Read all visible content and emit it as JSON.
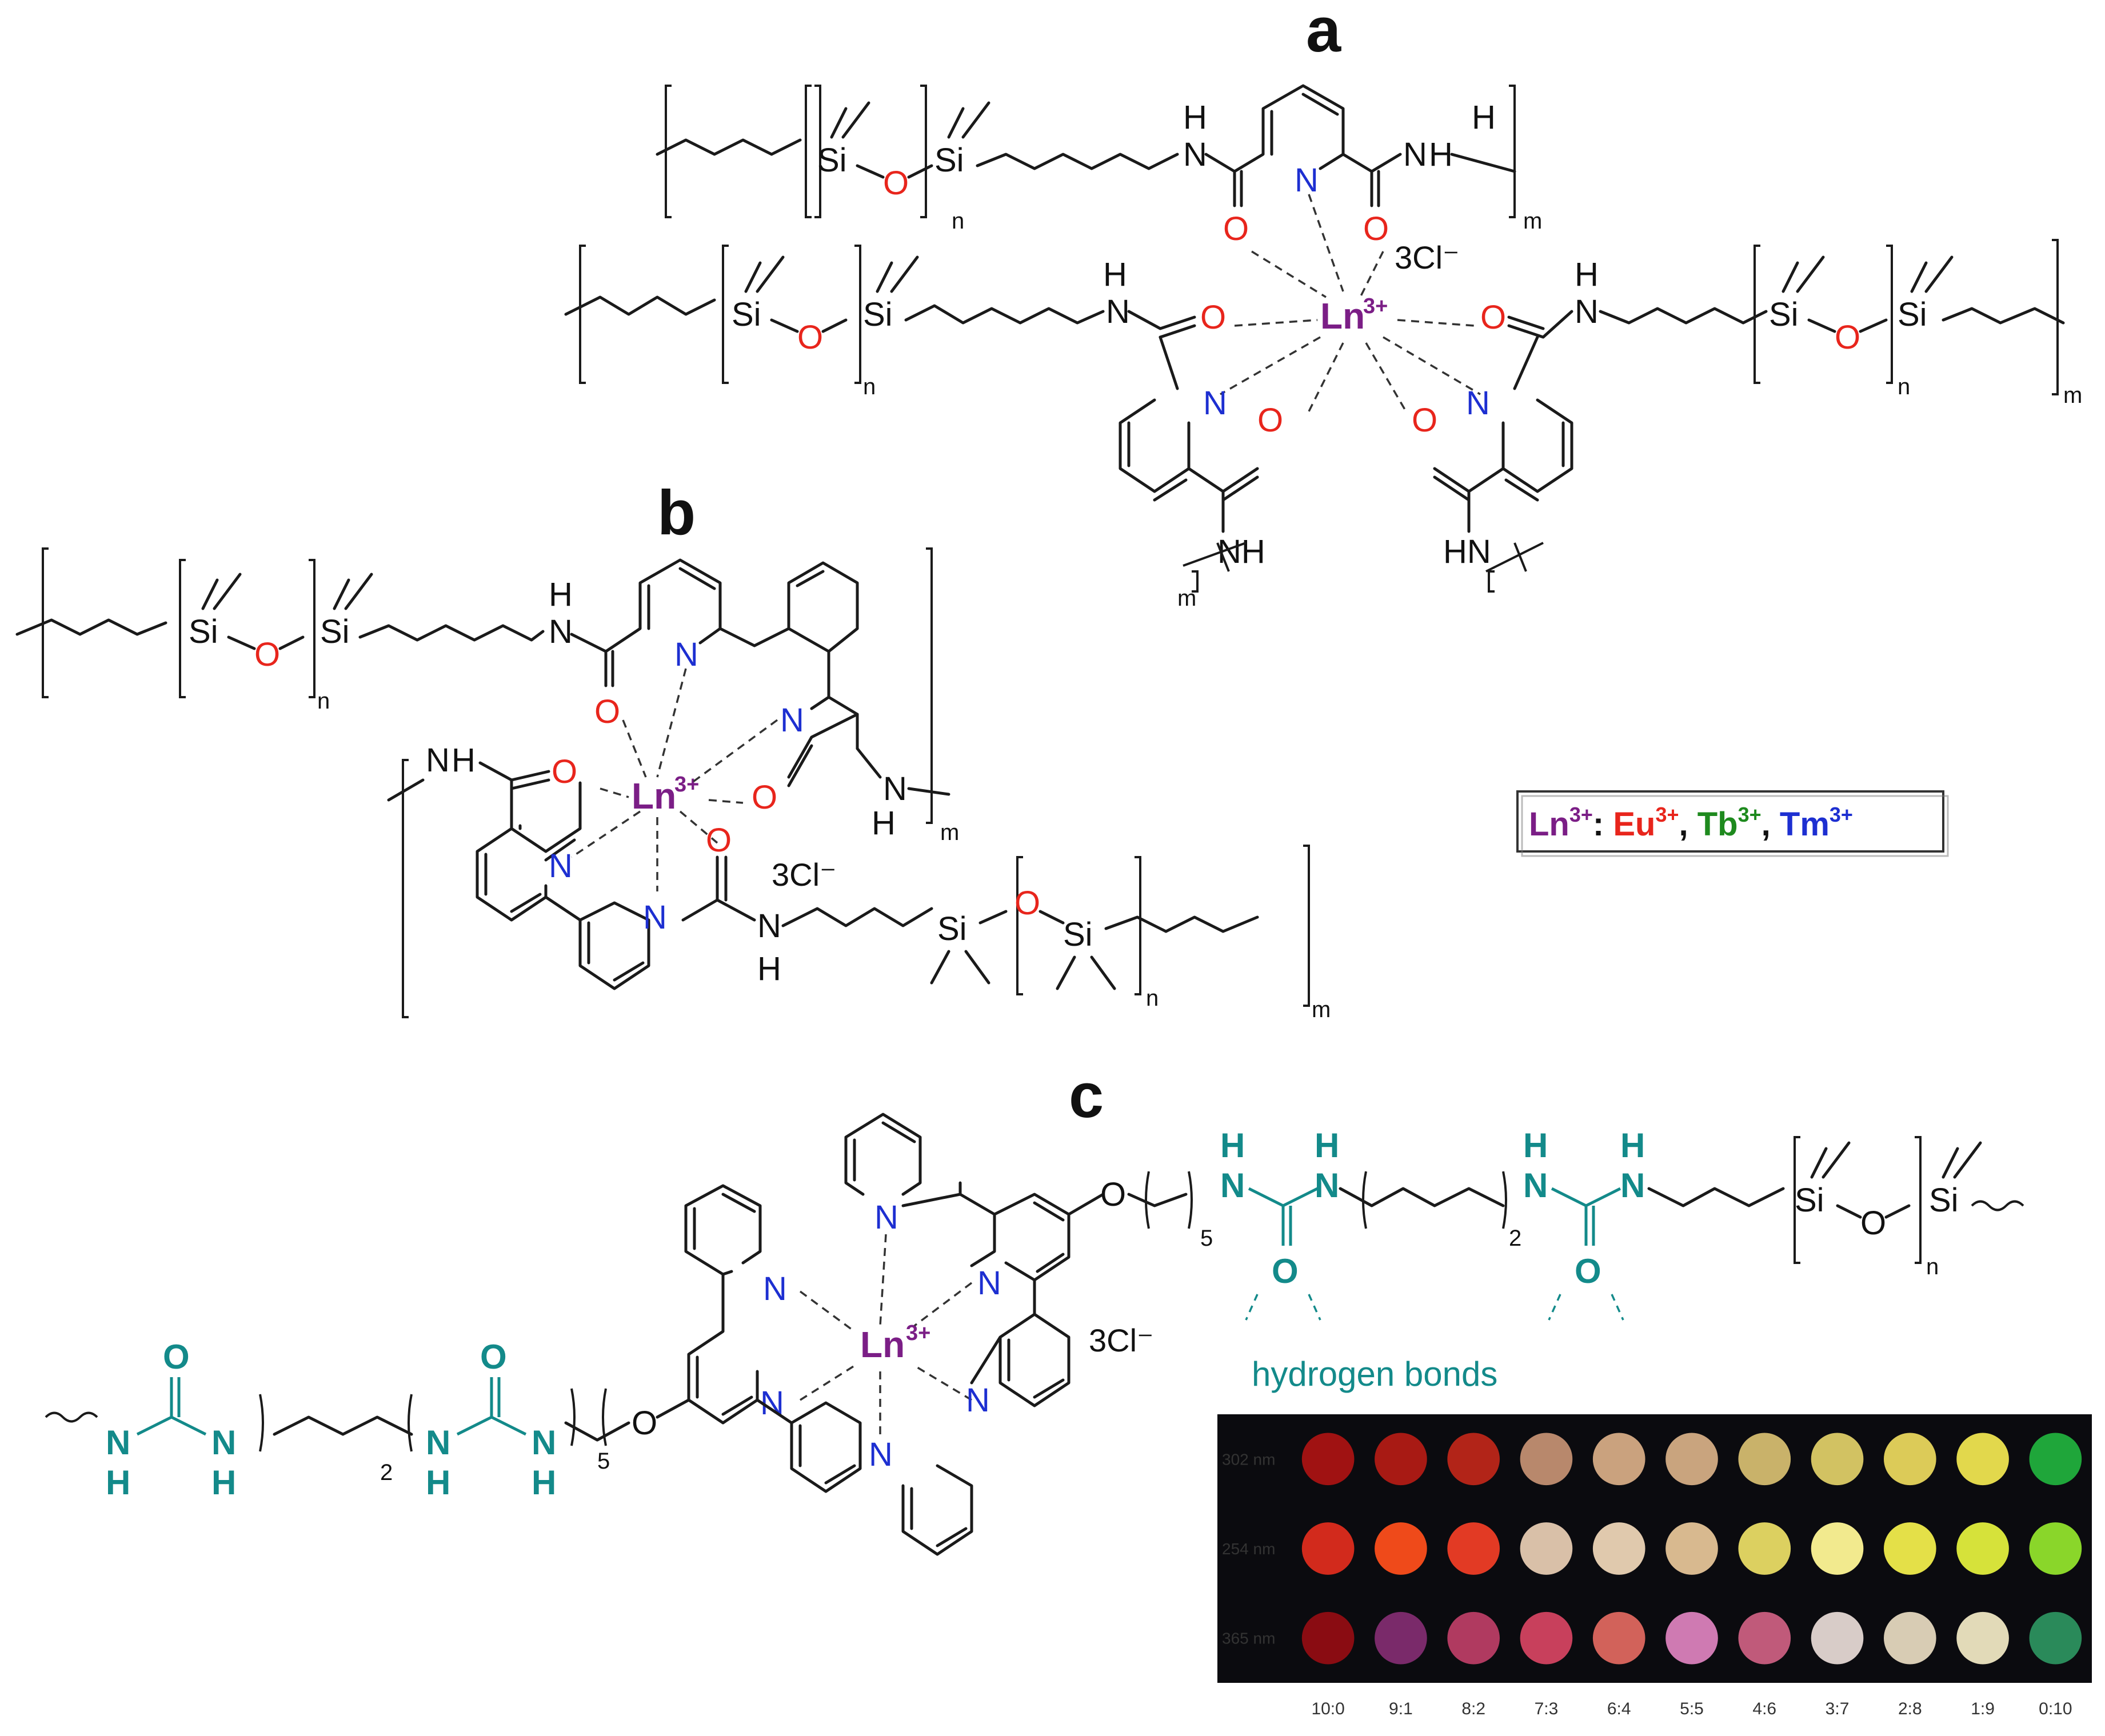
{
  "panels": {
    "a": "a",
    "b": "b",
    "c": "c"
  },
  "atoms": {
    "si": "Si",
    "o": "O",
    "n": "N",
    "h": "H",
    "nh": "NH",
    "hn": "HN",
    "ln": "Ln",
    "ln_charge": "3+",
    "counterion": "3Cl⁻",
    "repeat_n": "n",
    "repeat_m": "m",
    "sub_2": "2",
    "sub_5": "5"
  },
  "legend": {
    "ln": "Ln",
    "ln_sup": "3+",
    "colon": ": ",
    "eu": "Eu",
    "eu_sup": "3+",
    "comma1": ", ",
    "tb": "Tb",
    "tb_sup": "3+",
    "comma2": ", ",
    "tm": "Tm",
    "tm_sup": "3+",
    "colors": {
      "ln": "#7b1e86",
      "eu": "#e8251c",
      "tb": "#1e8a1e",
      "tm": "#1d2fd1"
    }
  },
  "annotation": "hydrogen bonds",
  "photo": {
    "rows": [
      {
        "wavelength": "302 nm",
        "colors": [
          "#a01212",
          "#a81a14",
          "#b22418",
          "#b8886c",
          "#caa27e",
          "#c9a47e",
          "#c9b26a",
          "#d2c262",
          "#dccb58",
          "#e2d84c",
          "#1fa63a"
        ]
      },
      {
        "wavelength": "254 nm",
        "colors": [
          "#d22a1c",
          "#ef4a1a",
          "#e23a24",
          "#d9c0a8",
          "#e0c9ad",
          "#d8b98f",
          "#dcd060",
          "#f2ea8e",
          "#e4e048",
          "#d6e23a",
          "#8ad62a"
        ]
      },
      {
        "wavelength": "365 nm",
        "colors": [
          "#8a0c12",
          "#7a2a6a",
          "#b03a60",
          "#c8405c",
          "#d2625a",
          "#cf7ab2",
          "#c05a7a",
          "#d8ccc8",
          "#d8ccb4",
          "#e2dab8",
          "#2a8a5a"
        ]
      }
    ],
    "ratios": [
      "10:0",
      "9:1",
      "8:2",
      "7:3",
      "6:4",
      "5:5",
      "4:6",
      "3:7",
      "2:8",
      "1:9",
      "0:10"
    ]
  }
}
